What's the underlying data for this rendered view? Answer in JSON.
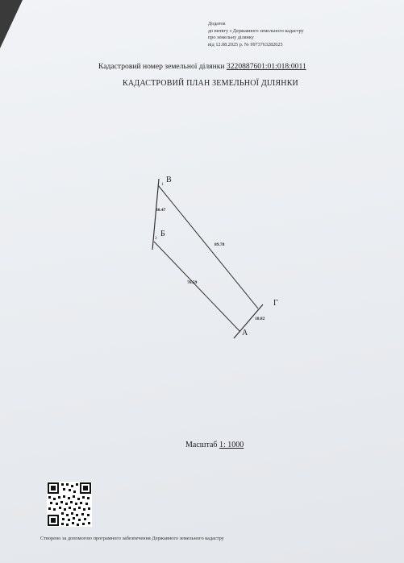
{
  "appendix": {
    "line1": "Додаток",
    "line2": "до витягу з Державного земельного кадастру",
    "line3": "про земельну ділянку",
    "line4": "від 12.08.2025 р. № 9973763282025"
  },
  "header": {
    "cadastral_label": "Кадастровий номер земельної ділянки",
    "cadastral_number": "3220887601:01:018:0011",
    "plan_title": "КАДАСТРОВИЙ ПЛАН ЗЕМЕЛЬНОЇ ДІЛЯНКИ"
  },
  "plan": {
    "points": {
      "a": "А",
      "b": "Б",
      "v": "В",
      "g": "Г",
      "n1": "1",
      "n2": "2"
    },
    "lengths": {
      "v_b": "30.47",
      "v_g": "89.78",
      "b_a": "76.59",
      "a_g": "18.82"
    }
  },
  "scale": {
    "label": "Масштаб",
    "value": "1: 1000"
  },
  "footer": {
    "text": "Створено за допомогою програмного забезпечення Державного земельного кадастру"
  }
}
